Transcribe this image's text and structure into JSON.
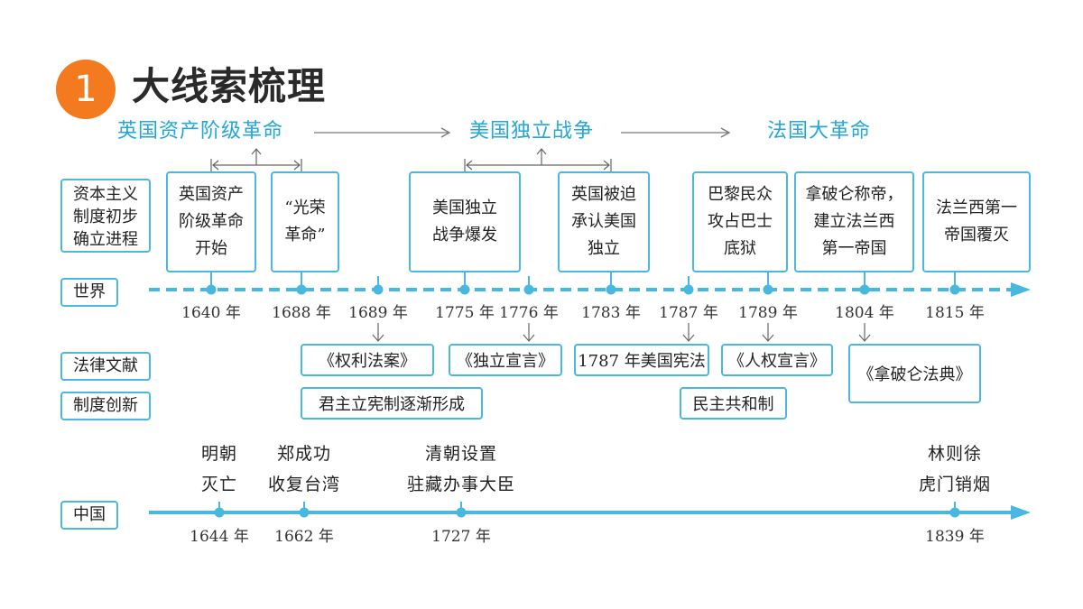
{
  "header": {
    "number": "1",
    "title": "大线索梳理"
  },
  "revolutions": [
    "英国资产阶级革命",
    "美国独立战争",
    "法国大革命"
  ],
  "rows": {
    "capitalism": "资本主义\n制度初步\n确立进程",
    "world": "世界",
    "law": "法律文献",
    "institution": "制度创新",
    "china": "中国"
  },
  "world_events": [
    "英国资产\n阶级革命\n开始",
    "“光荣\n革命”",
    "美国独立\n战争爆发",
    "英国被迫\n承认美国\n独立",
    "巴黎民众\n攻占巴士\n底狱",
    "拿破仑称帝，\n建立法兰西\n第一帝国",
    "法兰西第一\n帝国覆灭"
  ],
  "world_years": [
    "1640 年",
    "1688 年",
    "1689 年",
    "1775 年",
    "1776 年",
    "1783 年",
    "1787 年",
    "1789 年",
    "1804 年",
    "1815 年"
  ],
  "law_docs": [
    "《权利法案》",
    "《独立宣言》",
    "1787 年美国宪法",
    "《人权宣言》",
    "《拿破仑法典》"
  ],
  "institutions": [
    "君主立宪制逐渐形成",
    "民主共和制"
  ],
  "china_events": [
    "明朝\n灭亡",
    "郑成功\n收复台湾",
    "清朝设置\n驻藏办事大臣",
    "林则徐\n虎门销烟"
  ],
  "china_years": [
    "1644 年",
    "1662 年",
    "1727 年",
    "1839 年"
  ],
  "colors": {
    "accent": "#22a7d8",
    "line": "#49b8df",
    "badge": "#f47a20"
  }
}
